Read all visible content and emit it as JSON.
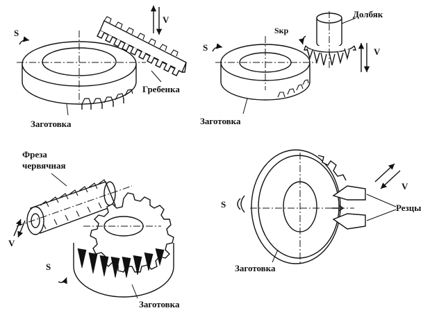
{
  "colors": {
    "ink": "#111111",
    "paper": "#ffffff"
  },
  "panels": {
    "rack": {
      "label_s": "S",
      "label_v": "V",
      "label_rack": "Гребенка",
      "label_workpiece": "Заготовка"
    },
    "shaper": {
      "label_s": "S",
      "label_skr": "Sкр",
      "label_cutter": "Долбяк",
      "label_v": "V",
      "label_workpiece": "Заготовка"
    },
    "hob": {
      "label_hob_line1": "Фреза",
      "label_hob_line2": "червячная",
      "label_v": "V",
      "label_s": "S",
      "label_workpiece": "Заготовка"
    },
    "planer": {
      "label_s": "S",
      "label_v": "V",
      "label_cutters": "Резцы",
      "label_workpiece": "Заготовка"
    }
  }
}
